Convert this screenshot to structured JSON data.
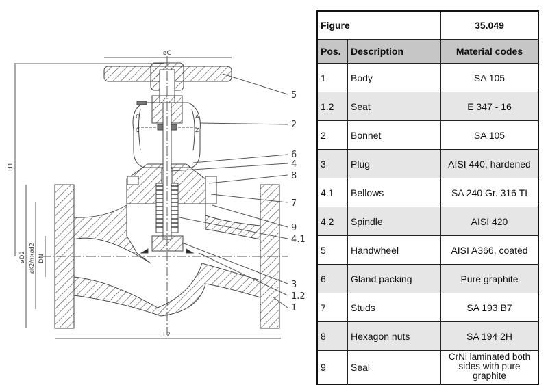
{
  "drawing": {
    "dimension_labels": {
      "handwheel_diameter": "øC",
      "height": "H1",
      "flange_diameter": "øD2",
      "bolt_circle": "øK2/n×ød2",
      "nominal_diameter": "DN",
      "length": "L2"
    },
    "bonnet_markings": [
      "O",
      "A",
      "C",
      "Z"
    ],
    "callouts": [
      "5",
      "2",
      "6",
      "4",
      "8",
      "7",
      "9",
      "4.1",
      "3",
      "1.2",
      "1"
    ]
  },
  "table": {
    "figure_label": "Figure",
    "figure_number": "35.049",
    "headers": {
      "pos": "Pos.",
      "description": "Description",
      "material": "Material codes"
    },
    "rows": [
      {
        "pos": "1",
        "description": "Body",
        "material": "SA 105"
      },
      {
        "pos": "1.2",
        "description": "Seat",
        "material": "E 347 - 16"
      },
      {
        "pos": "2",
        "description": "Bonnet",
        "material": "SA 105"
      },
      {
        "pos": "3",
        "description": "Plug",
        "material": "AISI 440,  hardened"
      },
      {
        "pos": "4.1",
        "description": "Bellows",
        "material": "SA 240 Gr. 316 TI"
      },
      {
        "pos": "4.2",
        "description": "Spindle",
        "material": "AISI 420"
      },
      {
        "pos": "5",
        "description": "Handwheel",
        "material": "AISI A366,  coated"
      },
      {
        "pos": "6",
        "description": "Gland packing",
        "material": "Pure graphite"
      },
      {
        "pos": "7",
        "description": "Studs",
        "material": "SA 193 B7"
      },
      {
        "pos": "8",
        "description": "Hexagon nuts",
        "material": "SA 194 2H"
      },
      {
        "pos": "9",
        "description": "Seal",
        "material": "CrNi laminated both sides with pure graphite"
      }
    ]
  },
  "colors": {
    "header_bg": "#c6c6c6",
    "shade_bg": "#e6e6e6",
    "line": "#333333"
  }
}
